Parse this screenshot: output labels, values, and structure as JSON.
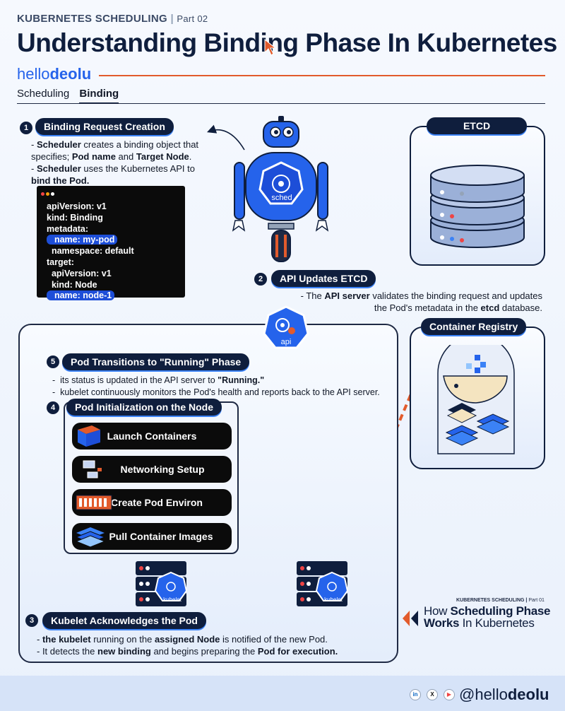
{
  "header": {
    "kicker": "KUBERNETES SCHEDULING",
    "part": "Part 02",
    "title_a": "Understanding ",
    "title_b": "Binding Phase",
    "title_c": " In Kubernetes",
    "brand_a": "hello",
    "brand_b": "deolu"
  },
  "tabs": [
    {
      "label": "Scheduling",
      "active": false
    },
    {
      "label": "Binding",
      "active": true
    }
  ],
  "step1": {
    "num": "1",
    "title": "Binding Request Creation",
    "l1a": "- ",
    "l1b": "Scheduler",
    "l1c": " creates a binding object that",
    "l2a": "specifies; ",
    "l2b": "Pod name",
    "l2c": " and ",
    "l2d": "Target Node",
    "l2e": ".",
    "l3a": "- ",
    "l3b": "Scheduler",
    "l3c": " uses the Kubernetes API to",
    "l4": "bind the Pod."
  },
  "code": {
    "lines": [
      "apiVersion: v1",
      "kind: Binding",
      "metadata:",
      "  name: my-pod",
      "  namespace: default",
      "target:",
      "  apiVersion: v1",
      "  kind: Node",
      "  name: node-1"
    ]
  },
  "robot": {
    "label": "sched"
  },
  "etcd": {
    "title": "ETCD"
  },
  "step2": {
    "num": "2",
    "title": "API Updates ETCD",
    "l1a": "- The ",
    "l1b": "API server",
    "l1c": " validates the binding request and updates",
    "l2a": "the Pod's metadata in the ",
    "l2b": "etcd",
    "l2c": " database."
  },
  "api": {
    "label": "api"
  },
  "registry": {
    "title": "Container Registry"
  },
  "step5": {
    "num": "5",
    "title": "Pod Transitions to \"Running\" Phase",
    "l1a": "its status is updated in the API server to ",
    "l1b": "\"Running.\"",
    "l2": "kubelet continuously monitors the Pod's health and reports back to the API server."
  },
  "step4": {
    "num": "4",
    "title": "Pod Initialization on the Node",
    "items": [
      "Launch Containers",
      "Networking Setup",
      "Create Pod Environ",
      "Pull Container Images"
    ]
  },
  "kubelet": {
    "label": "kubelet"
  },
  "step3": {
    "num": "3",
    "title": "Kubelet Acknowledges the Pod",
    "l1a": "- ",
    "l1b": "the kubelet",
    "l1c": " running on the ",
    "l1d": "assigned Node",
    "l1e": " is notified of the new Pod.",
    "l2a": "- It detects the ",
    "l2b": "new binding",
    "l2c": " and begins preparing the ",
    "l2d": "Pod for execution."
  },
  "promo": {
    "kicker": "KUBERNETES SCHEDULING",
    "part": "Part 01",
    "l1a": "How ",
    "l1b": "Scheduling Phase",
    "l2a": "Works",
    "l2b": " In Kubernetes"
  },
  "footer": {
    "handle_a": "@hello",
    "handle_b": "deolu",
    "icons": [
      "linkedin-icon",
      "x-icon",
      "youtube-icon"
    ]
  },
  "colors": {
    "navy": "#0f1e3d",
    "accent": "#e25b2c",
    "blue": "#2563eb"
  }
}
